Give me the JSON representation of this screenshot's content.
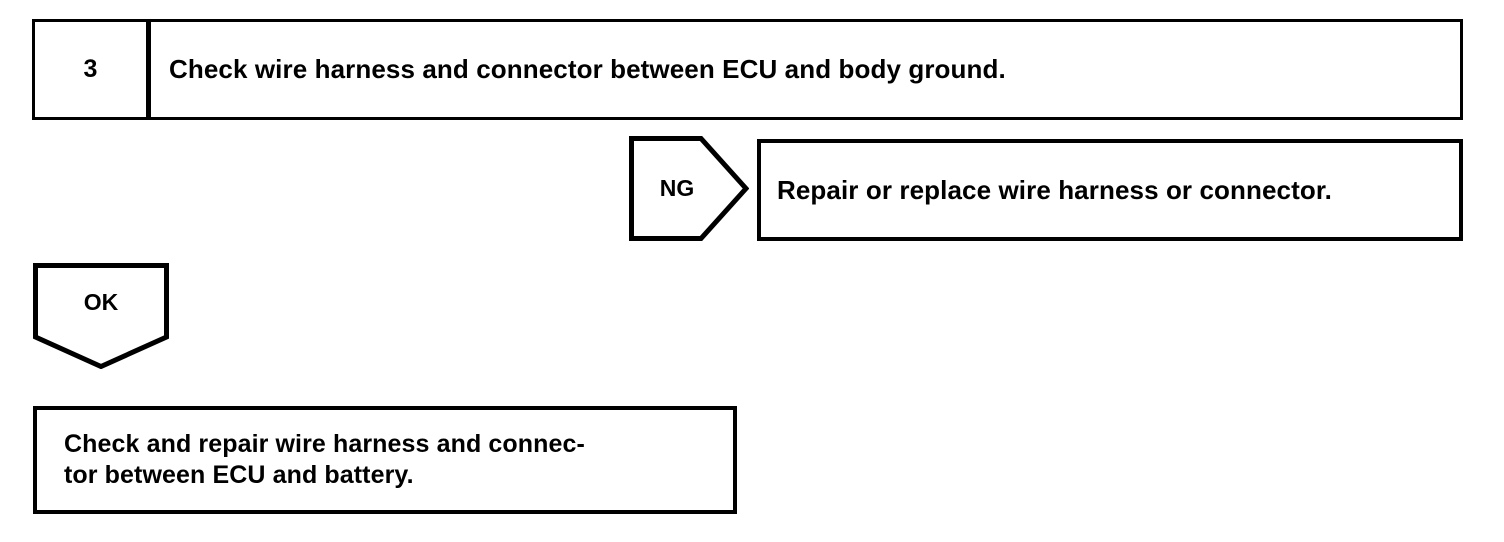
{
  "diagram": {
    "type": "troubleshooting-flowchart",
    "step": {
      "number": "3",
      "instruction": "Check wire harness and connector between ECU and body ground."
    },
    "branches": [
      {
        "label": "NG",
        "direction": "right",
        "result": "Repair or replace wire harness or connector."
      },
      {
        "label": "OK",
        "direction": "down",
        "result_line1": "Check and repair wire harness and connec-",
        "result_line2": "tor between ECU and battery."
      }
    ],
    "colors": {
      "stroke": "#000000",
      "background": "#ffffff",
      "text": "#000000"
    }
  }
}
